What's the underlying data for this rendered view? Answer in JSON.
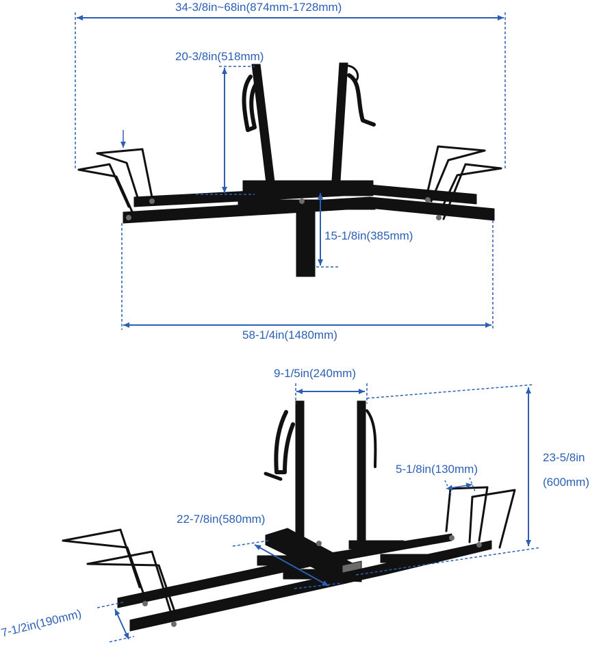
{
  "colors": {
    "dimension": "#2b5fb4",
    "frame": "#111111",
    "highlight": "#6b6b6b",
    "background": "#ffffff"
  },
  "top_view": {
    "overall_width": "34-3/8in~68in(874mm-1728mm)",
    "mast_height": "20-3/8in(518mm)",
    "hitch_length": "15-1/8in(385mm)",
    "tray_span": "58-1/4in(1480mm)"
  },
  "perspective_view": {
    "mast_spacing": "9-1/5in(240mm)",
    "wheel_cradle_width": "5-1/8in(130mm)",
    "total_height_line1": "23-5/8in",
    "total_height_line2": "(600mm)",
    "tray_spacing": "22-7/8in(580mm)",
    "tray_height": "7-1/2in(190mm)"
  }
}
